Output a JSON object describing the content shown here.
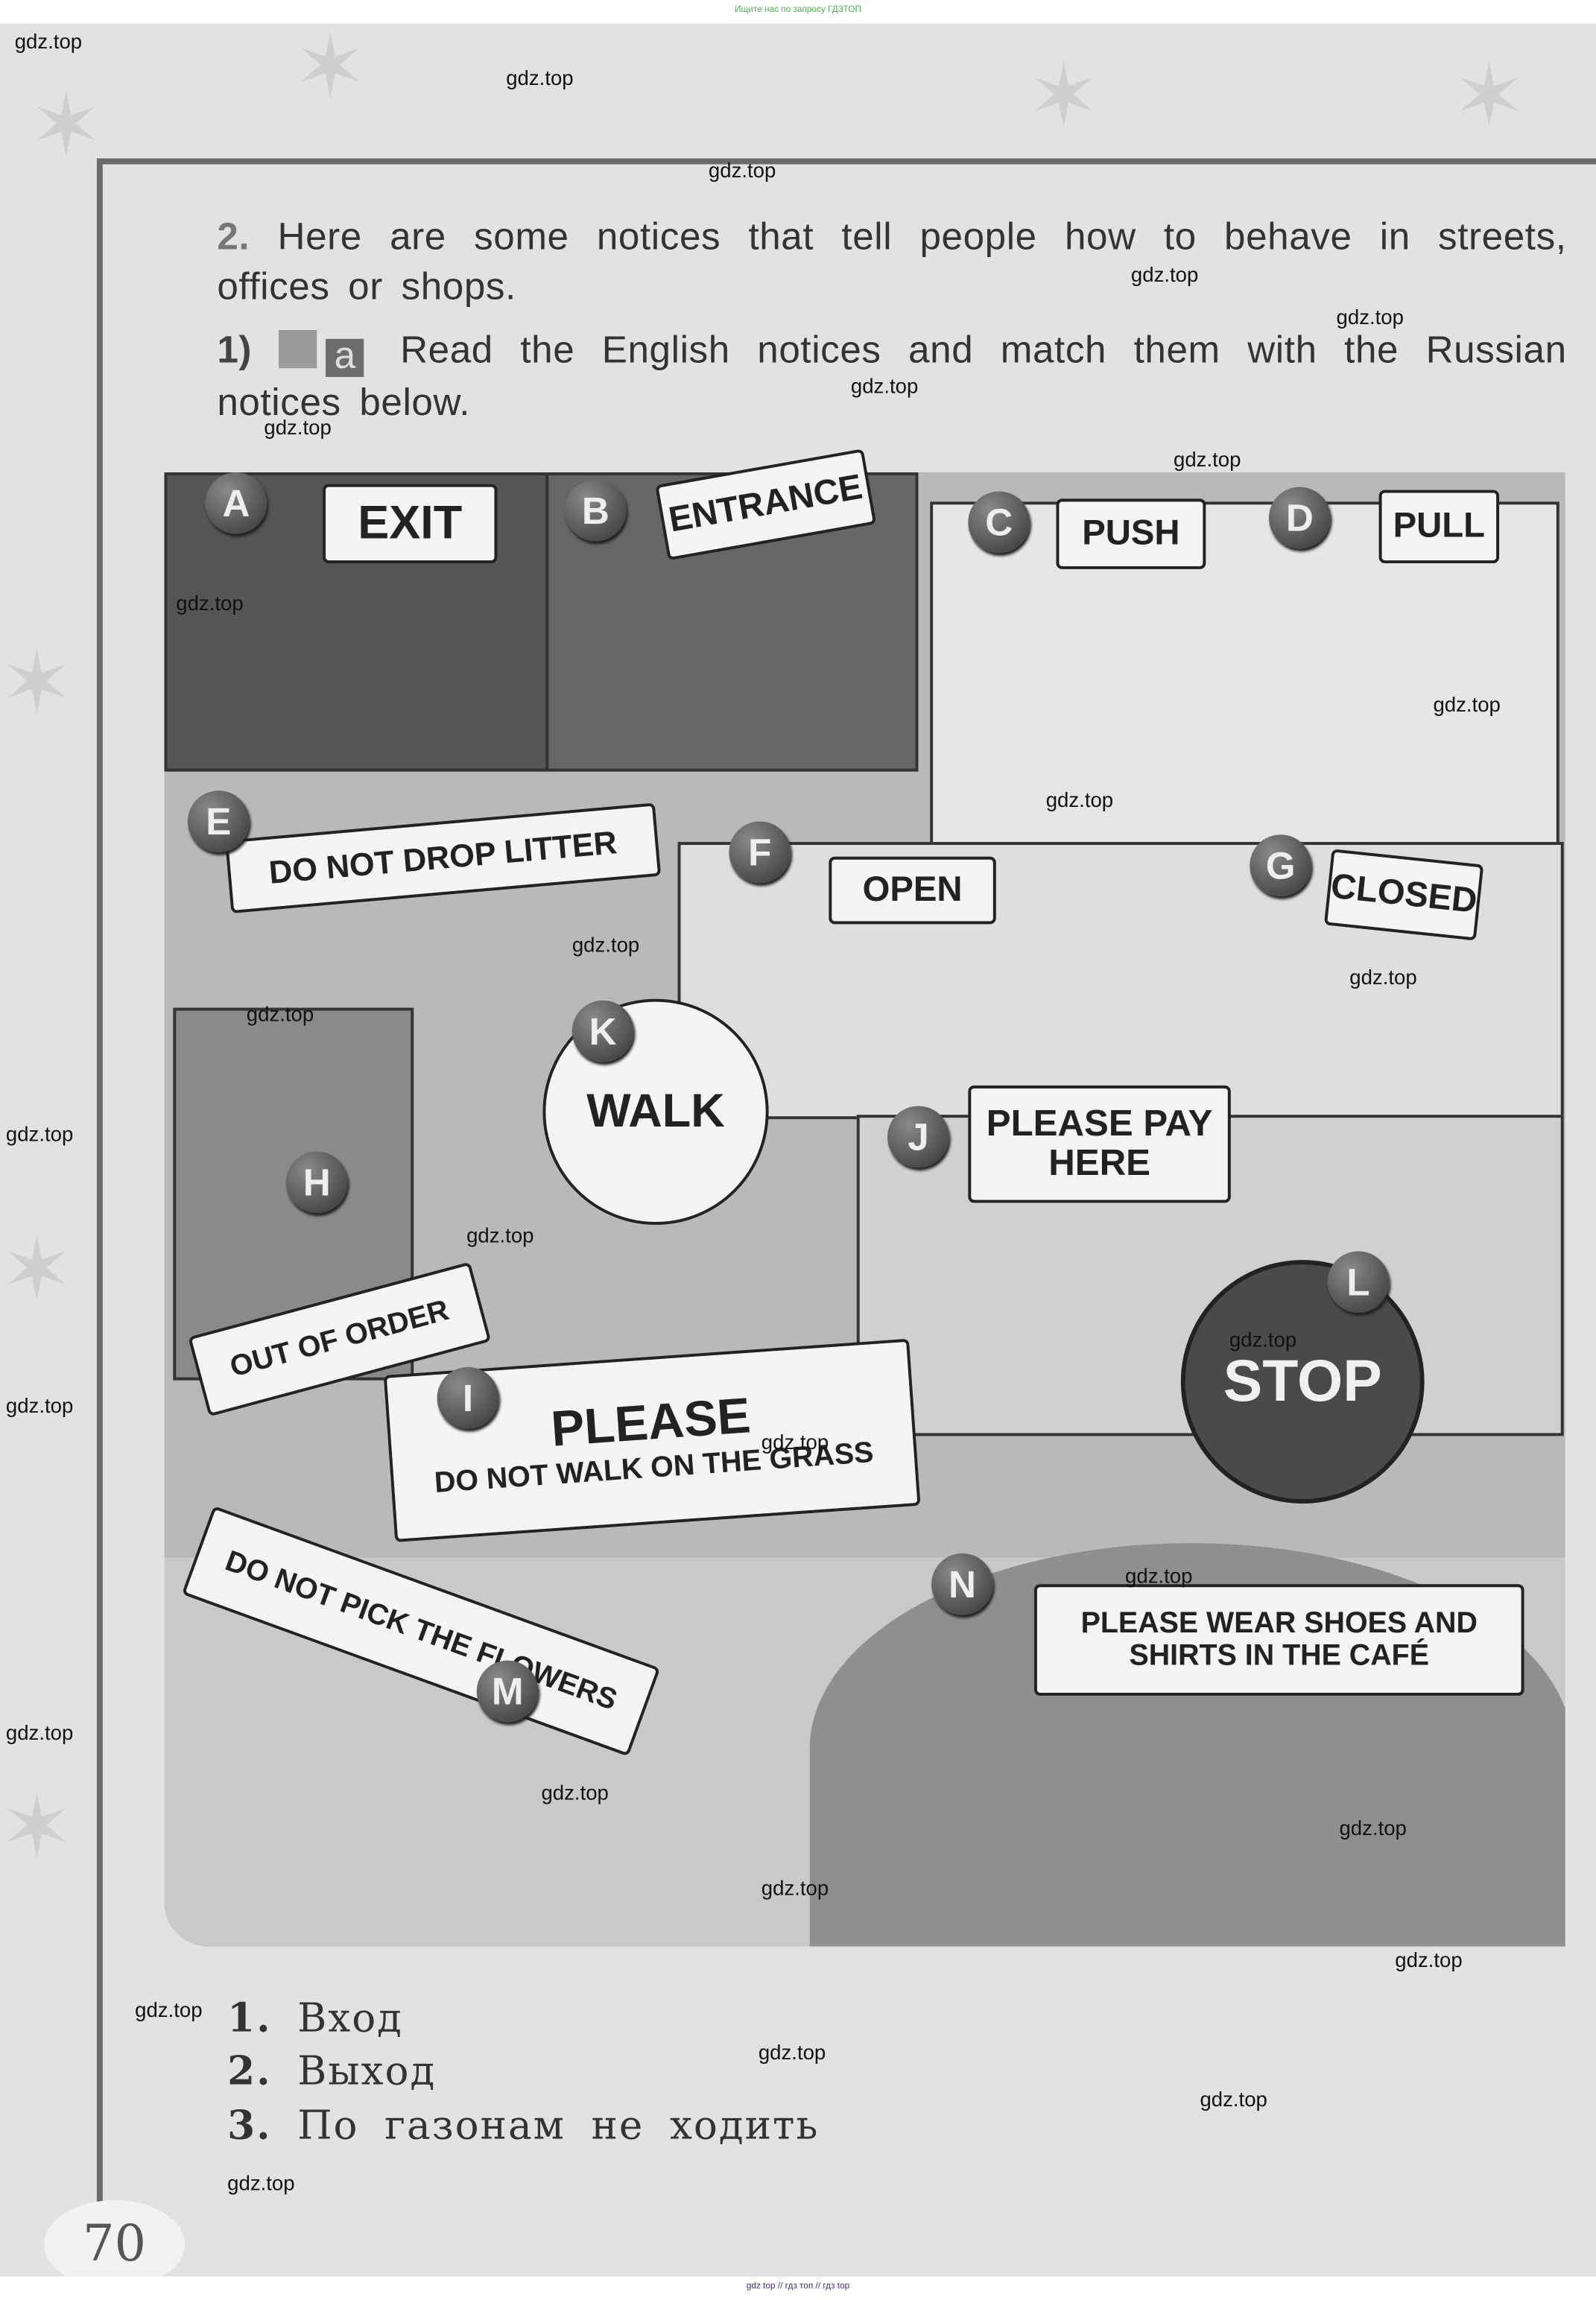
{
  "top_banner": "Ищите нас по запросу ГДЗТОП",
  "bottom_banner": "gdz top  //  гдз топ  //  гдз top",
  "exercise": {
    "number": "2.",
    "intro": "Here are some notices that tell people how to behave in streets, offices or shops.",
    "task_number": "1)",
    "task_icons": [
      "listening-icon",
      "reading-icon"
    ],
    "task_text": "Read the English notices and match them with the Russian notices below."
  },
  "notices": [
    {
      "letter": "A",
      "text": "EXIT"
    },
    {
      "letter": "B",
      "text": "ENTRANCE"
    },
    {
      "letter": "C",
      "text": "PUSH"
    },
    {
      "letter": "D",
      "text": "PULL"
    },
    {
      "letter": "E",
      "text": "DO NOT DROP LITTER"
    },
    {
      "letter": "F",
      "text": "OPEN"
    },
    {
      "letter": "G",
      "text": "CLOSED"
    },
    {
      "letter": "H",
      "text": "OUT OF ORDER"
    },
    {
      "letter": "I",
      "text": "PLEASE",
      "subtext": "DO NOT WALK ON THE GRASS"
    },
    {
      "letter": "J",
      "text": "PLEASE PAY HERE"
    },
    {
      "letter": "K",
      "text": "WALK"
    },
    {
      "letter": "L",
      "text": "STOP"
    },
    {
      "letter": "M",
      "text": "DO NOT PICK THE FLOWERS"
    },
    {
      "letter": "N",
      "text": "PLEASE WEAR SHOES AND SHIRTS IN THE CAFÉ"
    }
  ],
  "russian_notices": [
    {
      "num": "1.",
      "text": "Вход"
    },
    {
      "num": "2.",
      "text": "Выход"
    },
    {
      "num": "3.",
      "text": "По газонам не ходить"
    }
  ],
  "page_number": "70",
  "watermark": "gdz.top"
}
